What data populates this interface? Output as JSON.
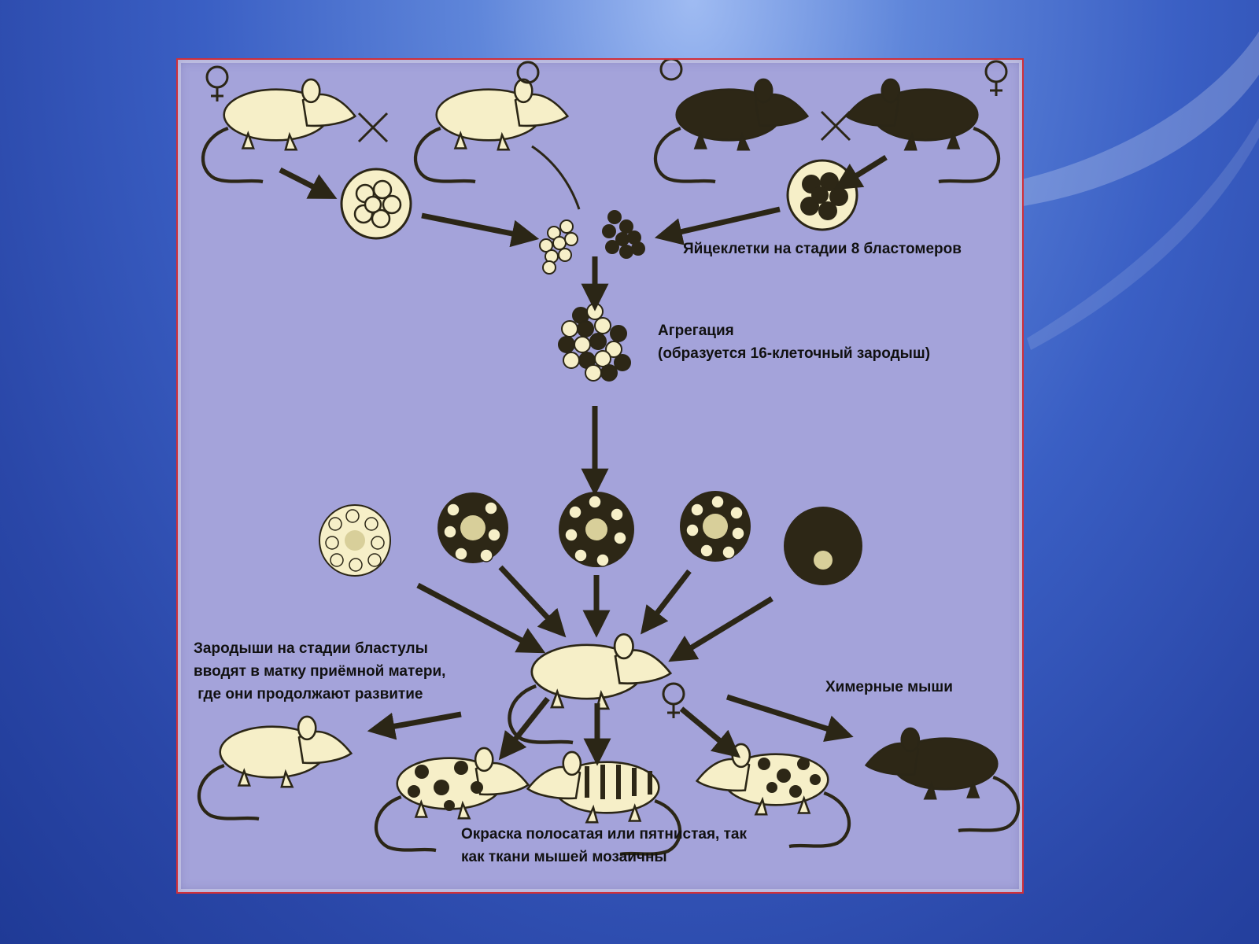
{
  "labels": {
    "eggs": "Яйцеклетки на стадии 8 бластомеров",
    "aggregation_1": "Агрегация",
    "aggregation_2": "(образуется 16-клеточный зародыш)",
    "blastula_1": "Зародыши на стадии бластулы",
    "blastula_2": "вводят в матку приёмной матери,",
    "blastula_3": " где они продолжают развитие",
    "chimeric": "Химерные мыши",
    "coloring_1": "Окраска полосатая или пятнистая, так",
    "coloring_2": "как ткани мышей мозаичны"
  },
  "colors": {
    "light_mouse": "#f6efc8",
    "dark_mouse": "#2d2716",
    "panel": "#a4a3da",
    "border": "#d0303a"
  },
  "icons": [
    "female-symbol",
    "male-symbol",
    "cross-symbol",
    "arrow"
  ]
}
